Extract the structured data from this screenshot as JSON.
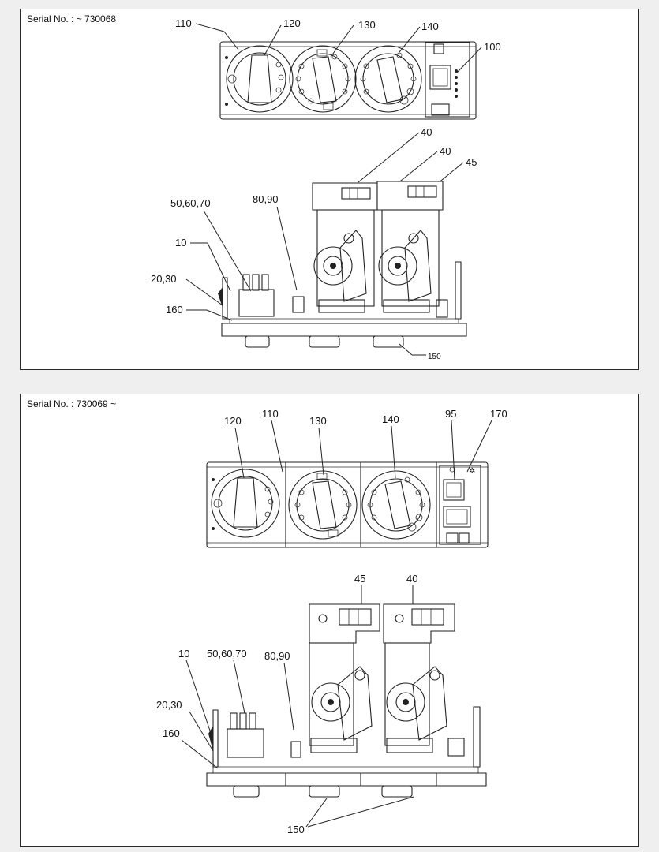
{
  "diagram": {
    "top": {
      "serial": "Serial No. : ~ 730068",
      "labels": [
        "110",
        "120",
        "130",
        "140",
        "100",
        "40",
        "40",
        "45",
        "50,60,70",
        "80,90",
        "10",
        "20,30",
        "160",
        "150"
      ]
    },
    "bottom": {
      "serial": "Serial No. : 730069 ~",
      "labels": [
        "120",
        "110",
        "130",
        "140",
        "95",
        "170",
        "45",
        "40",
        "10",
        "50,60,70",
        "80,90",
        "20,30",
        "160",
        "150"
      ]
    }
  }
}
